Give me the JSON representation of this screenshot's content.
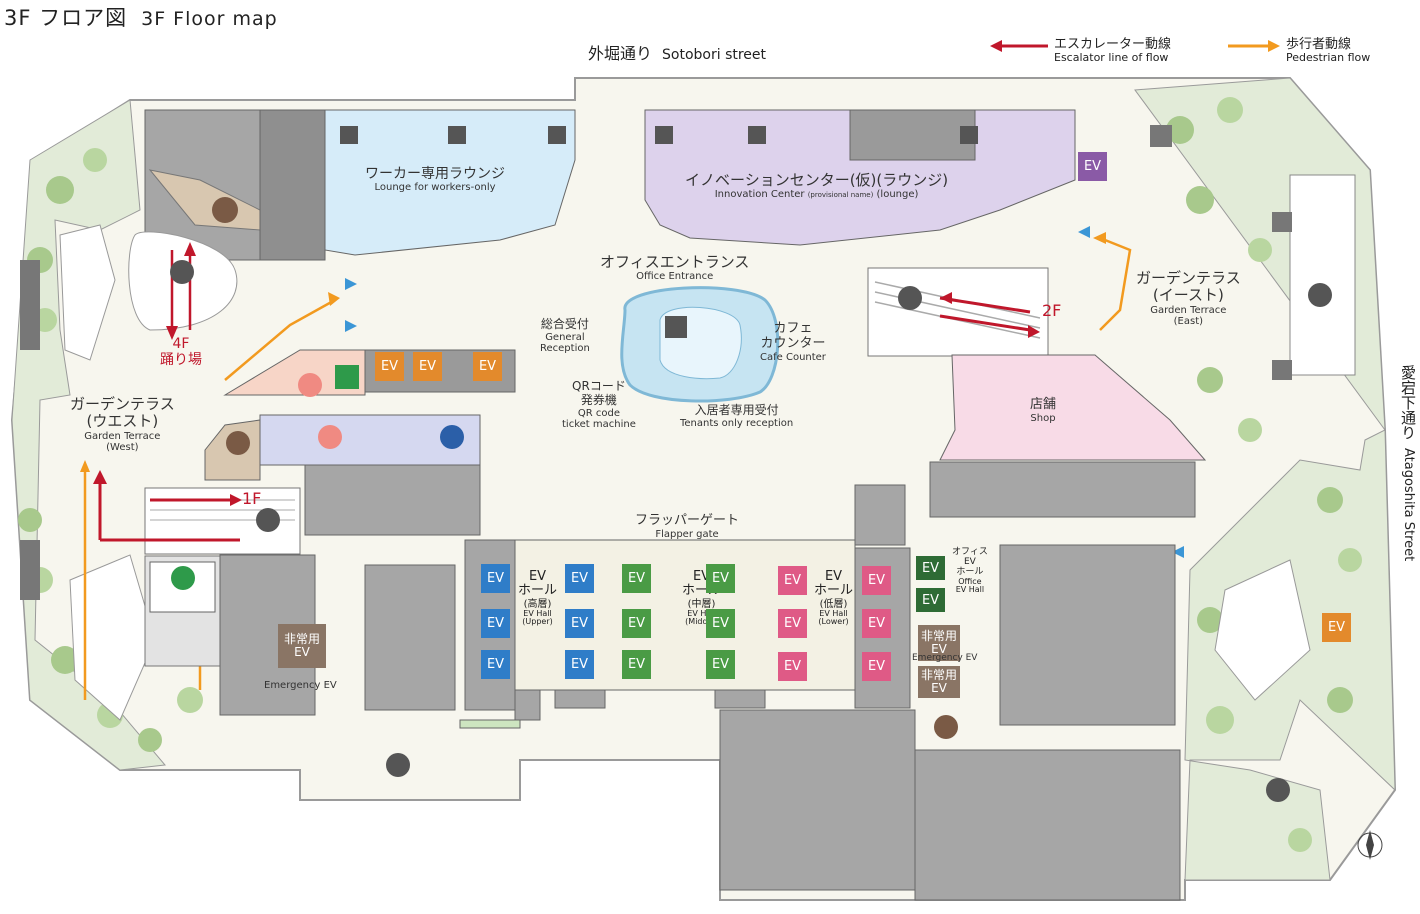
{
  "header": {
    "title_jp": "3F フロア図",
    "title_en": "3F Floor map"
  },
  "streets": {
    "north_jp": "外堀通り",
    "north_en": "Sotobori street",
    "east_jp": "愛宕下通り",
    "east_en": "Atagoshita Street"
  },
  "legend": {
    "escalator_jp": "エスカレーター動線",
    "escalator_en": "Escalator line of flow",
    "pedestrian_jp": "歩行者動線",
    "pedestrian_en": "Pedestrian flow",
    "escalator_color": "#c0172b",
    "pedestrian_color": "#f29a1f"
  },
  "areas": {
    "lounge_jp": "ワーカー専用ラウンジ",
    "lounge_en": "Lounge for workers-only",
    "innovation_jp": "イノベーションセンター(仮)(ラウンジ)",
    "innovation_en_a": "Innovation Center",
    "innovation_en_b": "(provisional name)",
    "innovation_en_c": "(lounge)",
    "office_jp": "オフィスエントランス",
    "office_en": "Office Entrance",
    "reception_jp": "総合受付",
    "reception_en_a": "General",
    "reception_en_b": "Reception",
    "cafe_jp_a": "カフェ",
    "cafe_jp_b": "カウンター",
    "cafe_en": "Cafe Counter",
    "qr_jp_a": "QRコード",
    "qr_jp_b": "発券機",
    "qr_en_a": "QR code",
    "qr_en_b": "ticket machine",
    "tenants_jp": "入居者専用受付",
    "tenants_en": "Tenants only reception",
    "shop_jp": "店舗",
    "shop_en": "Shop",
    "flapper_jp": "フラッパーゲート",
    "flapper_en": "Flapper gate",
    "garden_west_jp_a": "ガーデンテラス",
    "garden_west_jp_b": "(ウエスト)",
    "garden_west_en_a": "Garden Terrace",
    "garden_west_en_b": "(West)",
    "garden_east_jp_a": "ガーデンテラス",
    "garden_east_jp_b": "(イースト)",
    "garden_east_en_a": "Garden Terrace",
    "garden_east_en_b": "(East)",
    "landing_jp_a": "4F",
    "landing_jp_b": "踊り場",
    "floor_2f": "2F",
    "floor_1f": "1F"
  },
  "ev_halls": {
    "upper_jp_a": "EV",
    "upper_jp_b": "ホール",
    "upper_jp_c": "(高層)",
    "upper_en_a": "EV Hall",
    "upper_en_b": "(Upper)",
    "middle_jp_a": "EV",
    "middle_jp_b": "ホール",
    "middle_jp_c": "(中層)",
    "middle_en_a": "EV Hall",
    "middle_en_b": "(Middle)",
    "lower_jp_a": "EV",
    "lower_jp_b": "ホール",
    "lower_jp_c": "(低層)",
    "lower_en_a": "EV Hall",
    "lower_en_b": "(Lower)",
    "office_jp_a": "オフィス",
    "office_jp_b": "EV",
    "office_jp_c": "ホール",
    "office_en_a": "Office",
    "office_en_b": "EV Hall",
    "emergency_jp": "非常用",
    "emergency_ev": "EV",
    "emergency_en": "Emergency EV"
  },
  "ev_label": "EV"
}
